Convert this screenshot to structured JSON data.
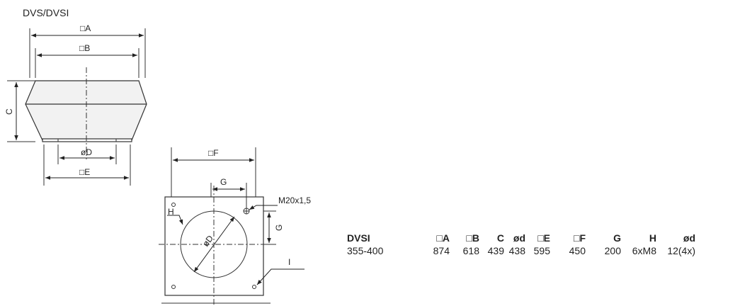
{
  "title": "DVS/DVSI",
  "side_view": {
    "labels": {
      "a": "□A",
      "b": "□B",
      "c": "C",
      "d": "øD",
      "e": "□E"
    }
  },
  "plan_view": {
    "labels": {
      "f": "□F",
      "g_horizontal": "G",
      "g_vertical": "G",
      "h": "H",
      "d": "øD",
      "thread": "M20x1,5",
      "i": "I"
    }
  },
  "table": {
    "headers": [
      "DVSI",
      "□A",
      "□B",
      "C",
      "ød",
      "□E",
      "□F",
      "G",
      "H",
      "ød"
    ],
    "rows": [
      [
        "355-400",
        "874",
        "618",
        "439",
        "438",
        "595",
        "450",
        "200",
        "6xM8",
        "12(4x)"
      ]
    ]
  }
}
